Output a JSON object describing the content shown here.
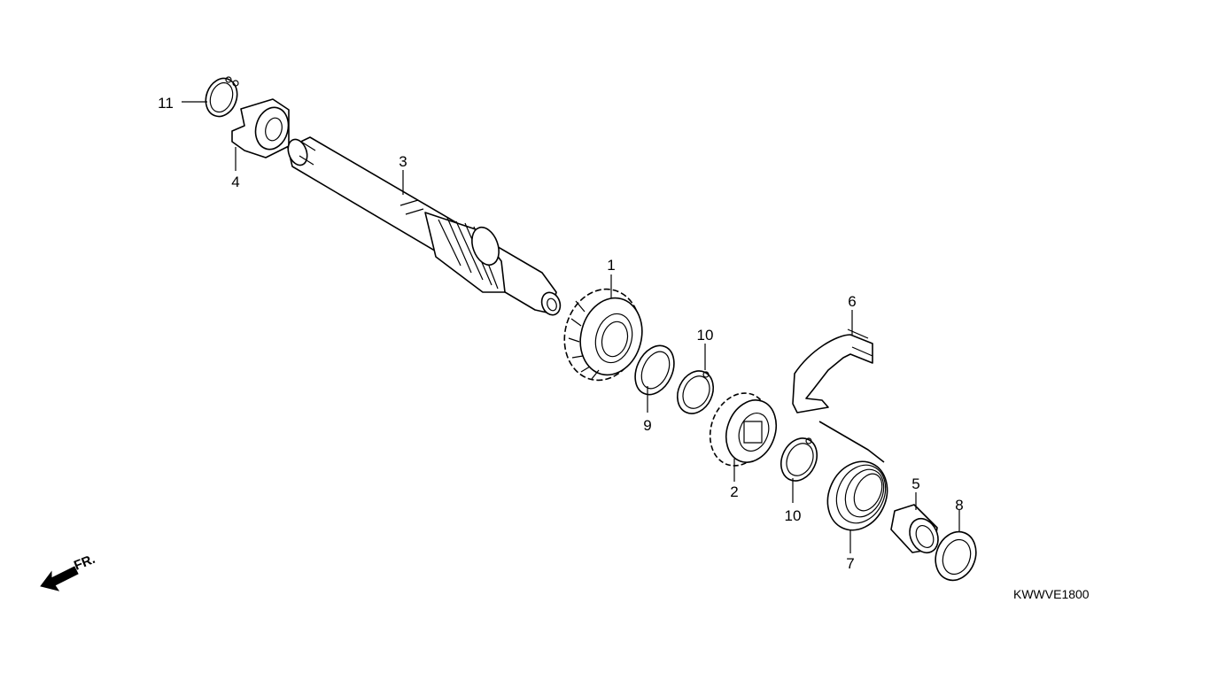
{
  "callouts": [
    {
      "id": "c11",
      "label": "11",
      "part": "circlip-small"
    },
    {
      "id": "c4",
      "label": "4",
      "part": "kick-arm-boss"
    },
    {
      "id": "c3",
      "label": "3",
      "part": "spindle-shaft"
    },
    {
      "id": "c1",
      "label": "1",
      "part": "drive-gear"
    },
    {
      "id": "c10a",
      "label": "10",
      "part": "circlip-upper"
    },
    {
      "id": "c9",
      "label": "9",
      "part": "thrust-washer"
    },
    {
      "id": "c6",
      "label": "6",
      "part": "ratchet-guide-clip"
    },
    {
      "id": "c2",
      "label": "2",
      "part": "ratchet-gear"
    },
    {
      "id": "c10b",
      "label": "10",
      "part": "circlip-lower"
    },
    {
      "id": "c7",
      "label": "7",
      "part": "return-spring"
    },
    {
      "id": "c5",
      "label": "5",
      "part": "spring-collar"
    },
    {
      "id": "c8",
      "label": "8",
      "part": "end-washer"
    }
  ],
  "front_indicator": {
    "label": "FR.",
    "icon": "front-arrow-icon"
  },
  "diagram_code": "KWWVE1800",
  "colors": {
    "ink": "#000000",
    "paper": "#ffffff"
  }
}
